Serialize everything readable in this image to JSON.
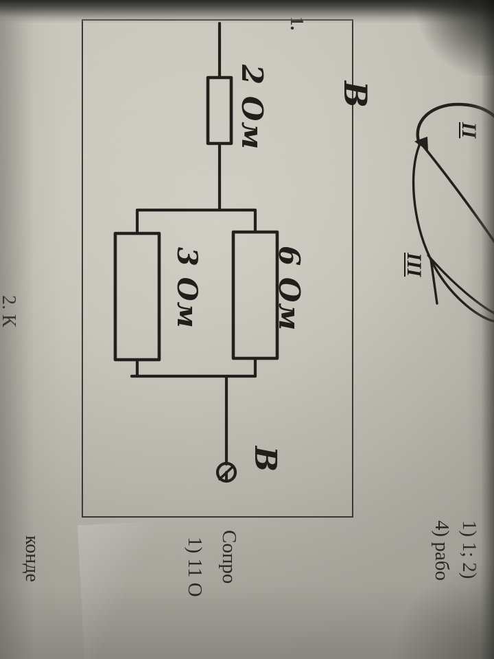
{
  "photo": {
    "subject": "textbook-page-photo",
    "orientation_note": "page rotated 90 degrees clockwise",
    "paper_color": "#c9c7bc",
    "ink_color": "#221f1d"
  },
  "problem": {
    "number": "1.",
    "frame_label": "circuit-diagram-box"
  },
  "circuit": {
    "type": "resistor-network",
    "terminal_top_label": "В",
    "terminal_bottom_label": "В",
    "resistors": [
      {
        "id": "series-top",
        "value": "2 Ом",
        "position": "series"
      },
      {
        "id": "parallel-left",
        "value": "3 Ом",
        "position": "parallel-branch-1"
      },
      {
        "id": "parallel-right",
        "value": "6 Ом",
        "position": "parallel-branch-2"
      }
    ]
  },
  "annotations": {
    "loop_mark": "hand-drawn-oval",
    "roman_upper": "II",
    "roman_lower": "III"
  },
  "printed_text": {
    "answer_line_1": "1) 1;  2)",
    "answer_line_2": "4) рабо",
    "question_stub": "Сопро",
    "answer_line_3": "1) 11 О",
    "left_margin_line_1": "конде",
    "left_margin_line_2": "2. К"
  }
}
